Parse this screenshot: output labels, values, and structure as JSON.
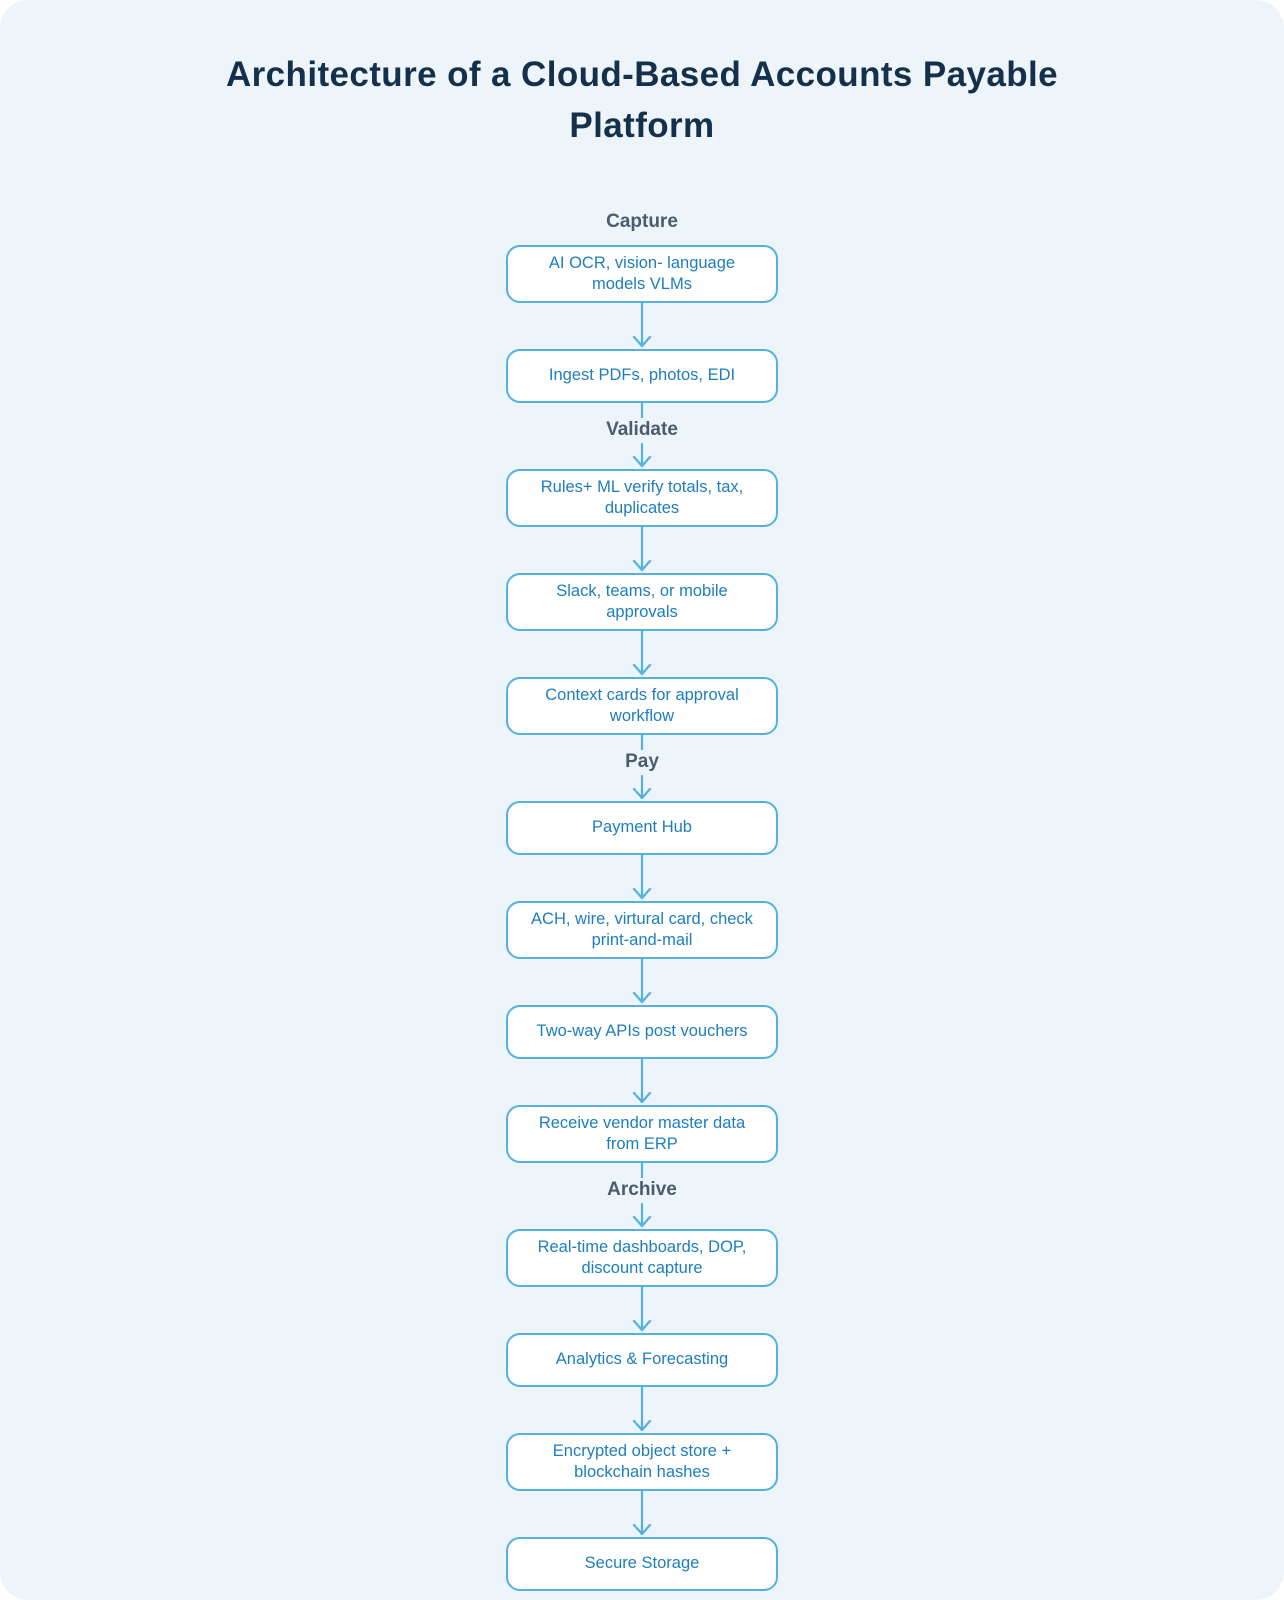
{
  "title": "Architecture of a Cloud-Based Accounts Payable Platform",
  "stages": [
    {
      "label": "Capture",
      "nodes": [
        "AI OCR, vision- language models VLMs",
        "Ingest PDFs, photos, EDI"
      ]
    },
    {
      "label": "Validate",
      "nodes": [
        "Rules+ ML verify totals, tax, duplicates",
        "Slack, teams, or mobile approvals",
        "Context cards for approval workflow"
      ]
    },
    {
      "label": "Pay",
      "nodes": [
        "Payment Hub",
        "ACH, wire, virtural card, check print-and-mail",
        "Two-way APIs post vouchers",
        "Receive vendor master data from ERP"
      ]
    },
    {
      "label": "Archive",
      "nodes": [
        "Real-time dashboards, DOP, discount capture",
        "Analytics & Forecasting",
        "Encrypted object store + blockchain hashes",
        "Secure Storage"
      ]
    }
  ],
  "colors": {
    "canvas_bg": "#edf5fb",
    "title_text": "#14304a",
    "section_text": "#4a5d6e",
    "node_bg": "#ffffff",
    "node_border": "#55b0e2",
    "node_text": "#1d7ebf",
    "arrow": "#55b0e2"
  }
}
